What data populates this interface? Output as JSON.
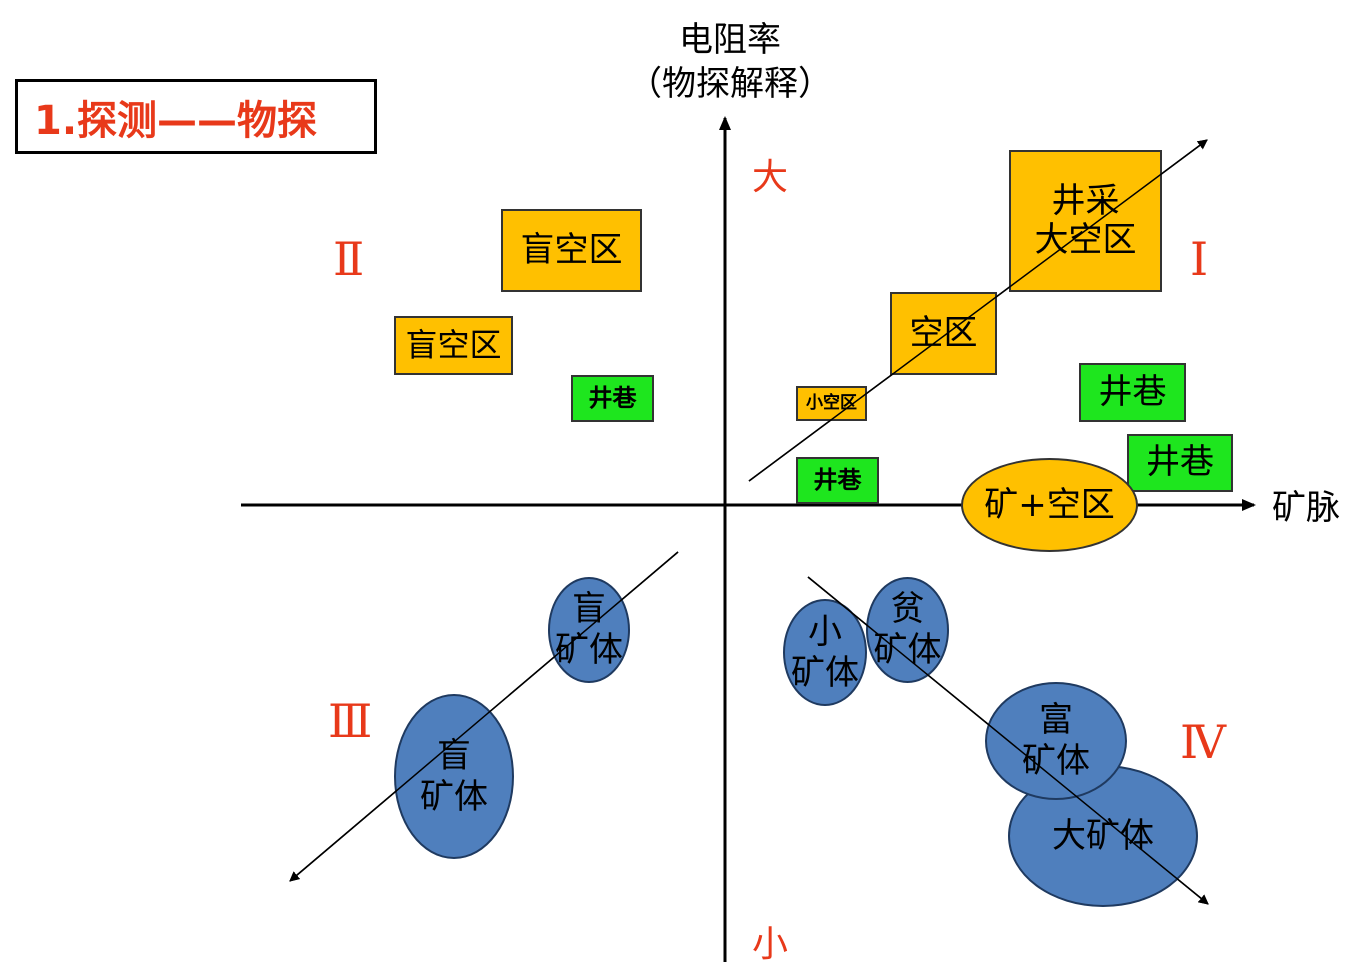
{
  "title": "1.探测——物探",
  "y_axis": {
    "label_line1": "电阻率",
    "label_line2": "（物探解释）",
    "top": "大",
    "bottom": "小"
  },
  "x_axis": {
    "label": "矿脉"
  },
  "quadrants": {
    "q1": "Ⅰ",
    "q2": "Ⅱ",
    "q3": "Ⅲ",
    "q4": "Ⅳ"
  },
  "boxes": {
    "blind_void_1": "盲空区",
    "blind_void_2": "盲空区",
    "shaft_q2": "井巷",
    "mined_void_line1": "井采",
    "mined_void_line2": "大空区",
    "void": "空区",
    "small_void": "小空区",
    "shaft_q1a": "井巷",
    "shaft_q1b": "井巷",
    "shaft_center": "井巷"
  },
  "ellipses": {
    "ore_void": "矿+空区",
    "blind_small_l1": "盲",
    "blind_small_l2": "矿体",
    "blind_big_l1": "盲",
    "blind_big_l2": "矿体",
    "small_ore_l1": "小",
    "small_ore_l2": "矿体",
    "poor_ore_l1": "贫",
    "poor_ore_l2": "矿体",
    "rich_ore_l1": "富",
    "rich_ore_l2": "矿体",
    "big_ore": "大矿体"
  },
  "colors": {
    "accent_red": "#e8391a",
    "void_yellow": "#ffc000",
    "shaft_green": "#1ee61e",
    "ore_blue": "#4f7fbd"
  }
}
